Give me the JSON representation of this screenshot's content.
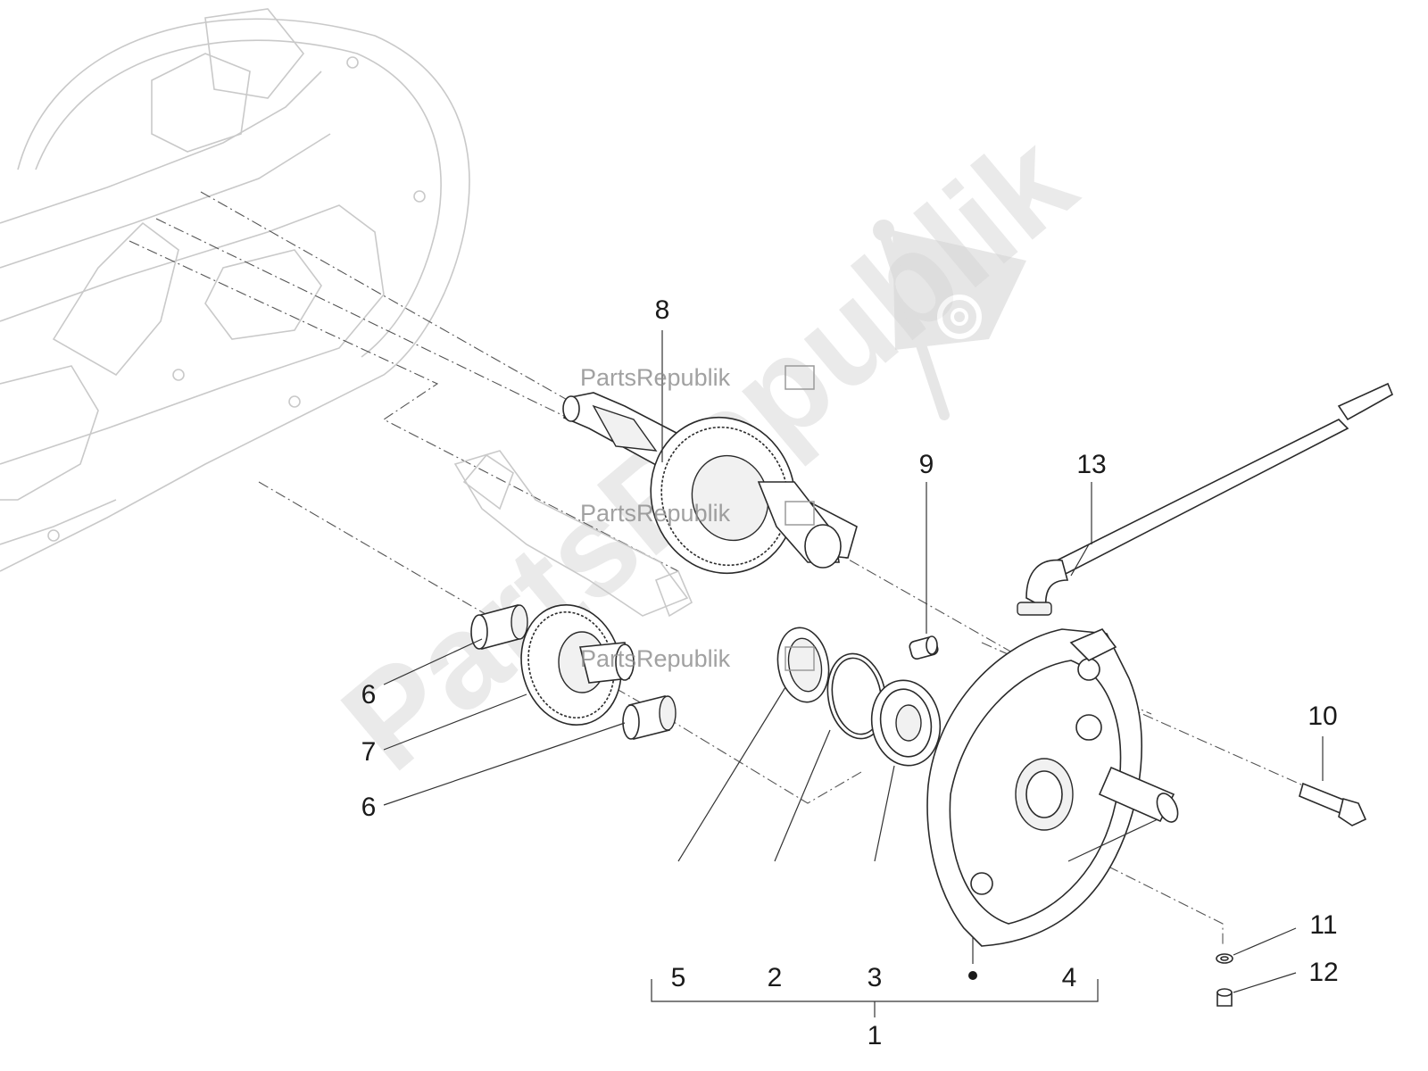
{
  "diagram": {
    "watermark": {
      "large_text": "PartsRepublik",
      "small_text": "PartsRepublik"
    },
    "callouts": [
      {
        "id": "c8",
        "label": "8"
      },
      {
        "id": "c9",
        "label": "9"
      },
      {
        "id": "c13",
        "label": "13"
      },
      {
        "id": "c10",
        "label": "10"
      },
      {
        "id": "c6a",
        "label": "6"
      },
      {
        "id": "c7",
        "label": "7"
      },
      {
        "id": "c6b",
        "label": "6"
      },
      {
        "id": "c5",
        "label": "5"
      },
      {
        "id": "c2",
        "label": "2"
      },
      {
        "id": "c3",
        "label": "3"
      },
      {
        "id": "c4",
        "label": "4"
      },
      {
        "id": "c11",
        "label": "11"
      },
      {
        "id": "c12",
        "label": "12"
      },
      {
        "id": "c1",
        "label": "1"
      }
    ],
    "colors": {
      "line": "#2a2a2a",
      "ghost": "#c9c9c9",
      "watermark": "#d9d9d9"
    }
  }
}
